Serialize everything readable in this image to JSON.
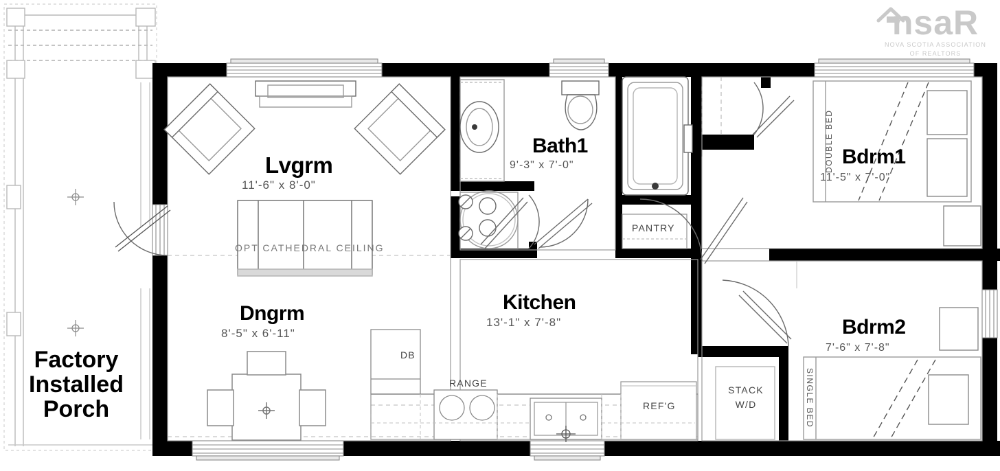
{
  "document": {
    "type": "floor-plan",
    "title": "Manufactured home floor plan"
  },
  "watermark": {
    "brand_left": "ns",
    "brand_right": "aR",
    "subtitle_line1": "NOVA SCOTIA ASSOCIATION",
    "subtitle_line2": "OF REALTORS",
    "color": "#c9c9c9",
    "icon": "house-roof-icon"
  },
  "porch": {
    "label_line1": "Factory",
    "label_line2": "Installed",
    "label_line3": "Porch"
  },
  "rooms": [
    {
      "key": "lvgrm",
      "name": "Lvgrm",
      "dimensions": "11'-6\"  x  8'-0\""
    },
    {
      "key": "dngrm",
      "name": "Dngrm",
      "dimensions": "8'-5\"  x  6'-11\""
    },
    {
      "key": "bath1",
      "name": "Bath1",
      "dimensions": "9'-3\"  x  7'-0\""
    },
    {
      "key": "kitchen",
      "name": "Kitchen",
      "dimensions": "13'-1\"  x  7'-8\""
    },
    {
      "key": "bdrm1",
      "name": "Bdrm1",
      "dimensions": "11'-5\"  x  7'-0\""
    },
    {
      "key": "bdrm2",
      "name": "Bdrm2",
      "dimensions": "7'-6\"  x  7'-8\""
    }
  ],
  "annotations": {
    "cathedral_ceiling": "OPT  CATHEDRAL  CEILING",
    "double_bed": "DOUBLE  BED",
    "single_bed": "SINGLE  BED",
    "pantry": "PANTRY",
    "stack_wd_line1": "STACK",
    "stack_wd_line2": "W/D",
    "dishwasher": "DB",
    "range": "RANGE",
    "refrigerator": "REF'G"
  },
  "colors": {
    "wall": "#000000",
    "furniture_line": "#6b6b6b",
    "interior_line": "#9a9a9a",
    "text_dim": "#555555",
    "background": "#ffffff"
  }
}
